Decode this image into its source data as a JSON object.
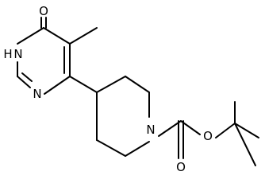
{
  "atoms": {
    "oxo_o": "O",
    "nh": "H",
    "n1": "N",
    "n3": "N",
    "pip_n": "N",
    "ester_o": "O",
    "carbonyl_o": "O"
  },
  "colors": {
    "ink": "#000000",
    "background": "#ffffff"
  }
}
